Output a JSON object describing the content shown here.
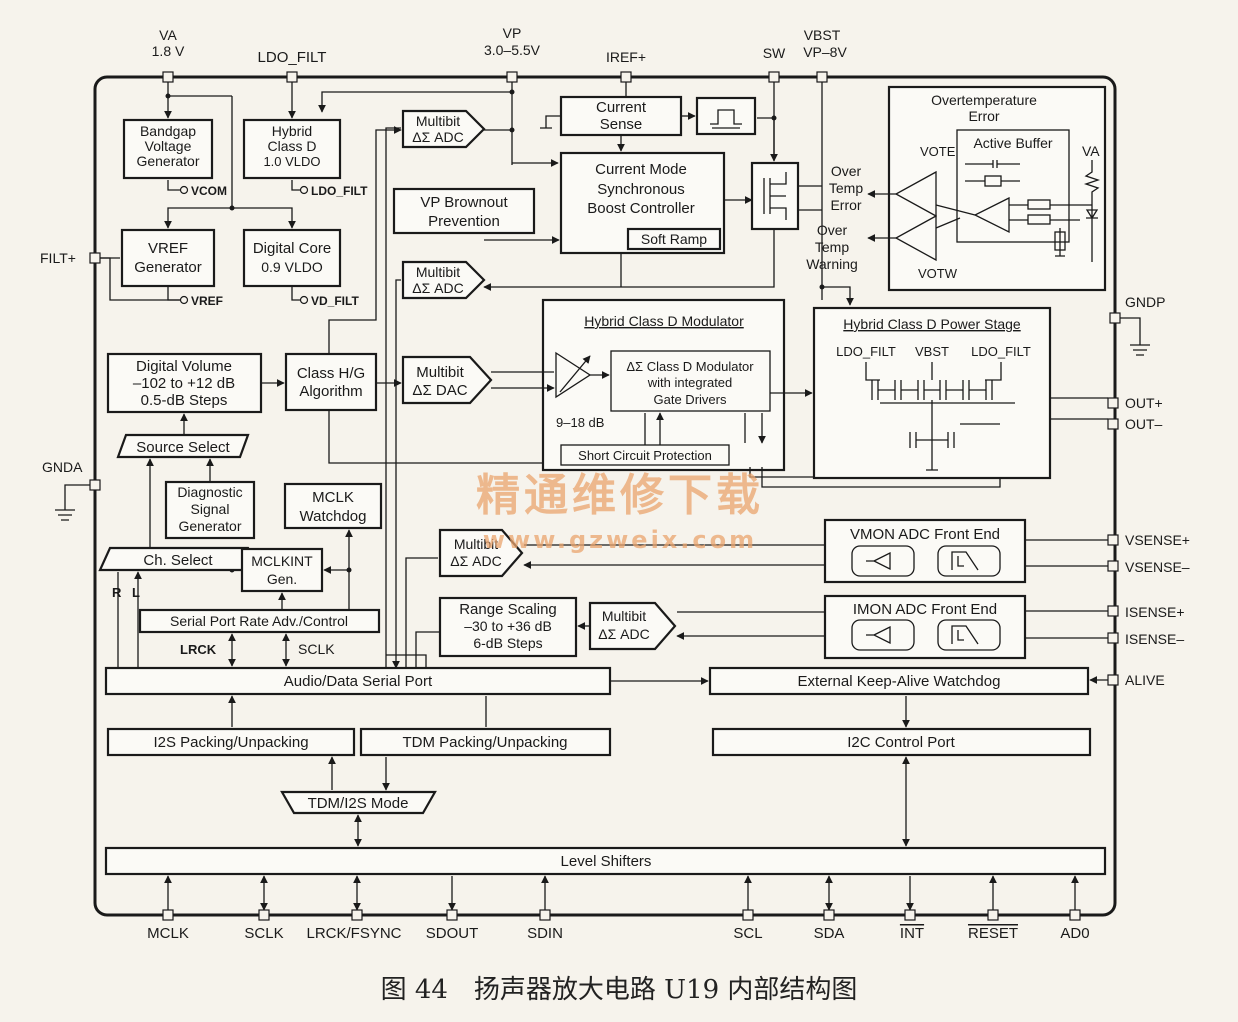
{
  "pins_top": {
    "va": "VA",
    "va_volt": "1.8 V",
    "ldo_filt": "LDO_FILT",
    "vp": "VP",
    "vp_volt": "3.0–5.5V",
    "iref": "IREF+",
    "sw": "SW",
    "vbst": "VBST",
    "vbst_volt": "VP–8V"
  },
  "pins_left": {
    "filt": "FILT+",
    "gnda": "GNDA"
  },
  "pins_right": {
    "gndp": "GNDP",
    "out_p": "OUT+",
    "out_n": "OUT–",
    "vsense_p": "VSENSE+",
    "vsense_n": "VSENSE–",
    "isense_p": "ISENSE+",
    "isense_n": "ISENSE–",
    "alive": "ALIVE"
  },
  "pins_bottom": [
    "MCLK",
    "SCLK",
    "LRCK/FSYNC",
    "SDOUT",
    "SDIN",
    "SCL",
    "SDA",
    "INT",
    "RESET",
    "AD0"
  ],
  "blocks": {
    "bandgap": [
      "Bandgap",
      "Voltage",
      "Generator"
    ],
    "hybrid_ldo": [
      "Hybrid",
      "Class D",
      "1.0 VLDO"
    ],
    "vcom": "VCOM",
    "ldo_filt_out": "LDO_FILT",
    "vref_gen": [
      "VREF",
      "Generator"
    ],
    "vref_out": "VREF",
    "digital_core": [
      "Digital Core",
      "0.9 VLDO"
    ],
    "vd_filt": "VD_FILT",
    "adc1": [
      "Multibit",
      "ΔΣ ADC"
    ],
    "current_sense": [
      "Current",
      "Sense"
    ],
    "boost": [
      "Current Mode",
      "Synchronous",
      "Boost Controller"
    ],
    "soft_ramp": "Soft Ramp",
    "brownout": [
      "VP Brownout",
      "Prevention"
    ],
    "adc2": [
      "Multibit",
      "ΔΣ ADC"
    ],
    "ot_title": [
      "Overtemperature",
      "Error"
    ],
    "active_buffer": "Active Buffer",
    "vote": "VOTE",
    "votw": "VOTW",
    "va_ot": "VA",
    "over_temp_error": [
      "Over",
      "Temp",
      "Error"
    ],
    "over_temp_warning": [
      "Over",
      "Temp",
      "Warning"
    ],
    "modulator_title": "Hybrid Class D Modulator",
    "modulator_inner": [
      "ΔΣ Class D Modulator",
      "with integrated",
      "Gate Drivers"
    ],
    "gain": "9–18 dB",
    "short_circuit": "Short Circuit Protection",
    "power_stage_title": "Hybrid Class D Power Stage",
    "ps_labels": [
      "LDO_FILT",
      "VBST",
      "LDO_FILT"
    ],
    "digital_volume": [
      "Digital Volume",
      "–102 to +12 dB",
      "0.5-dB Steps"
    ],
    "class_hg": [
      "Class H/G",
      "Algorithm"
    ],
    "dac": [
      "Multibit",
      "ΔΣ DAC"
    ],
    "source_select": "Source Select",
    "diagnostic": [
      "Diagnostic",
      "Signal",
      "Generator"
    ],
    "mclk_watchdog": [
      "MCLK",
      "Watchdog"
    ],
    "ch_select": "Ch. Select",
    "mclk_int": [
      "MCLKINT",
      "Gen."
    ],
    "r": "R",
    "l": "L",
    "serial_rate": "Serial Port Rate Adv./Control",
    "adc3": [
      "Multibit",
      "ΔΣ ADC"
    ],
    "range_scaling": [
      "Range Scaling",
      "–30 to +36 dB",
      "6-dB Steps"
    ],
    "adc4": [
      "Multibit",
      "ΔΣ ADC"
    ],
    "vmon": "VMON ADC Front End",
    "imon": "IMON ADC Front End",
    "lrck": "LRCK",
    "sclk": "SCLK",
    "audio_port": "Audio/Data Serial Port",
    "keepalive": "External Keep-Alive Watchdog",
    "i2s_pack": "I2S Packing/Unpacking",
    "tdm_pack": "TDM Packing/Unpacking",
    "i2c_port": "I2C Control Port",
    "tdm_mode": "TDM/I2S Mode",
    "level_shifters": "Level Shifters"
  },
  "watermark": {
    "cn": "精通维修下载",
    "url": "www.gzweix.com"
  },
  "caption": "图 44　扬声器放大电路 U19 内部结构图"
}
